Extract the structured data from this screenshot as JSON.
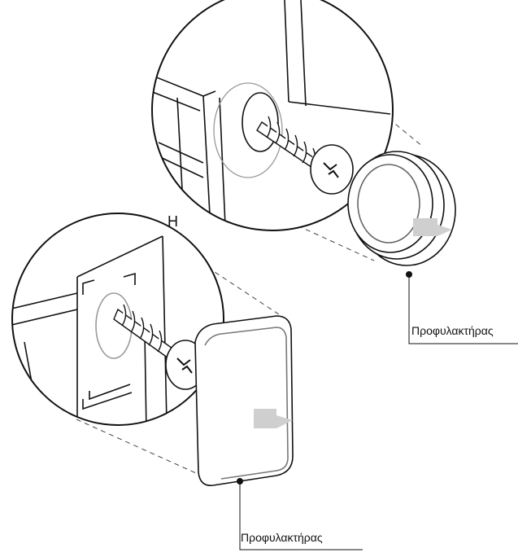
{
  "figure": {
    "section_letter": "H",
    "labels": {
      "round_guard": "Προφυλακτήρας",
      "square_guard": "Προφυλακτήρας"
    },
    "icons": {
      "top_detail": "round-bumper-screw-detail-icon",
      "bottom_detail": "square-bumper-screw-detail-icon"
    },
    "colors": {
      "line": "#111111",
      "background": "#ffffff",
      "marker": "#cfcfcf"
    }
  }
}
